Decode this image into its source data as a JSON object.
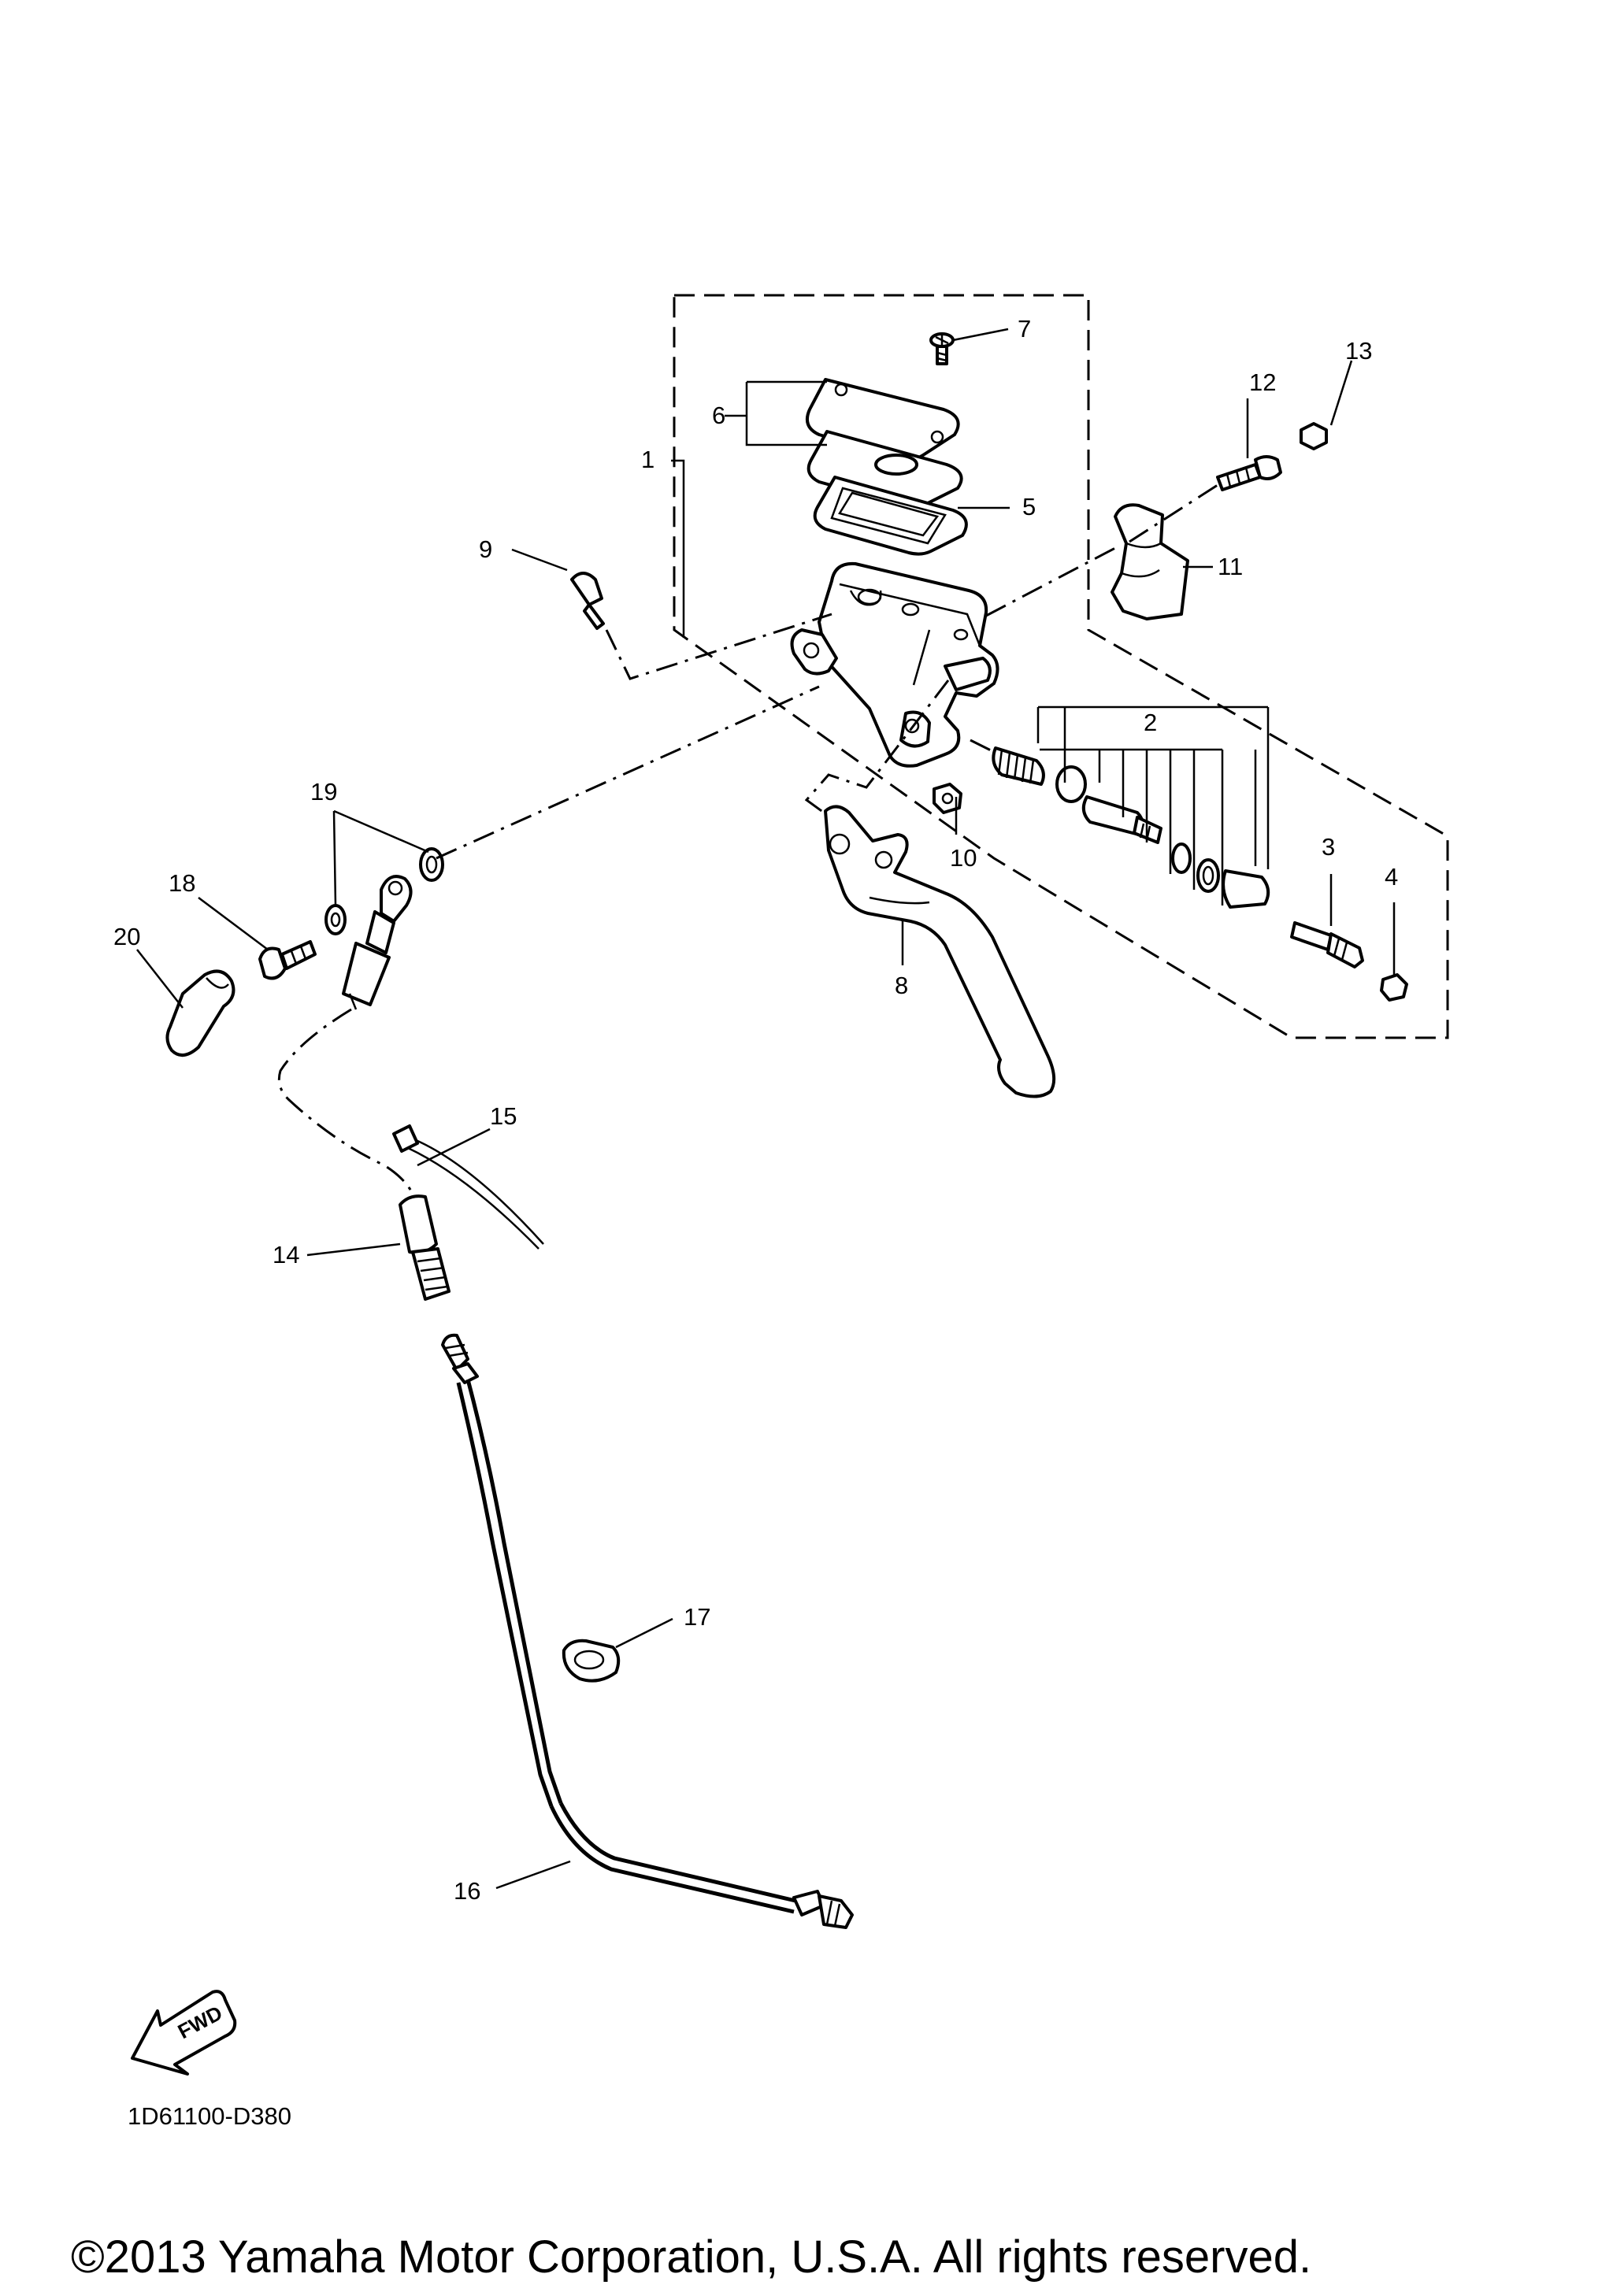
{
  "diagram": {
    "part_numbers": [
      "1",
      "2",
      "3",
      "4",
      "5",
      "6",
      "7",
      "8",
      "9",
      "10",
      "11",
      "12",
      "13",
      "14",
      "15",
      "16",
      "17",
      "18",
      "19",
      "20"
    ],
    "fwd_arrow_text": "FWD",
    "drawing_code": "1D61100-D380",
    "copyright": "©2013 Yamaha Motor Corporation, U.S.A. All rights reserved."
  }
}
